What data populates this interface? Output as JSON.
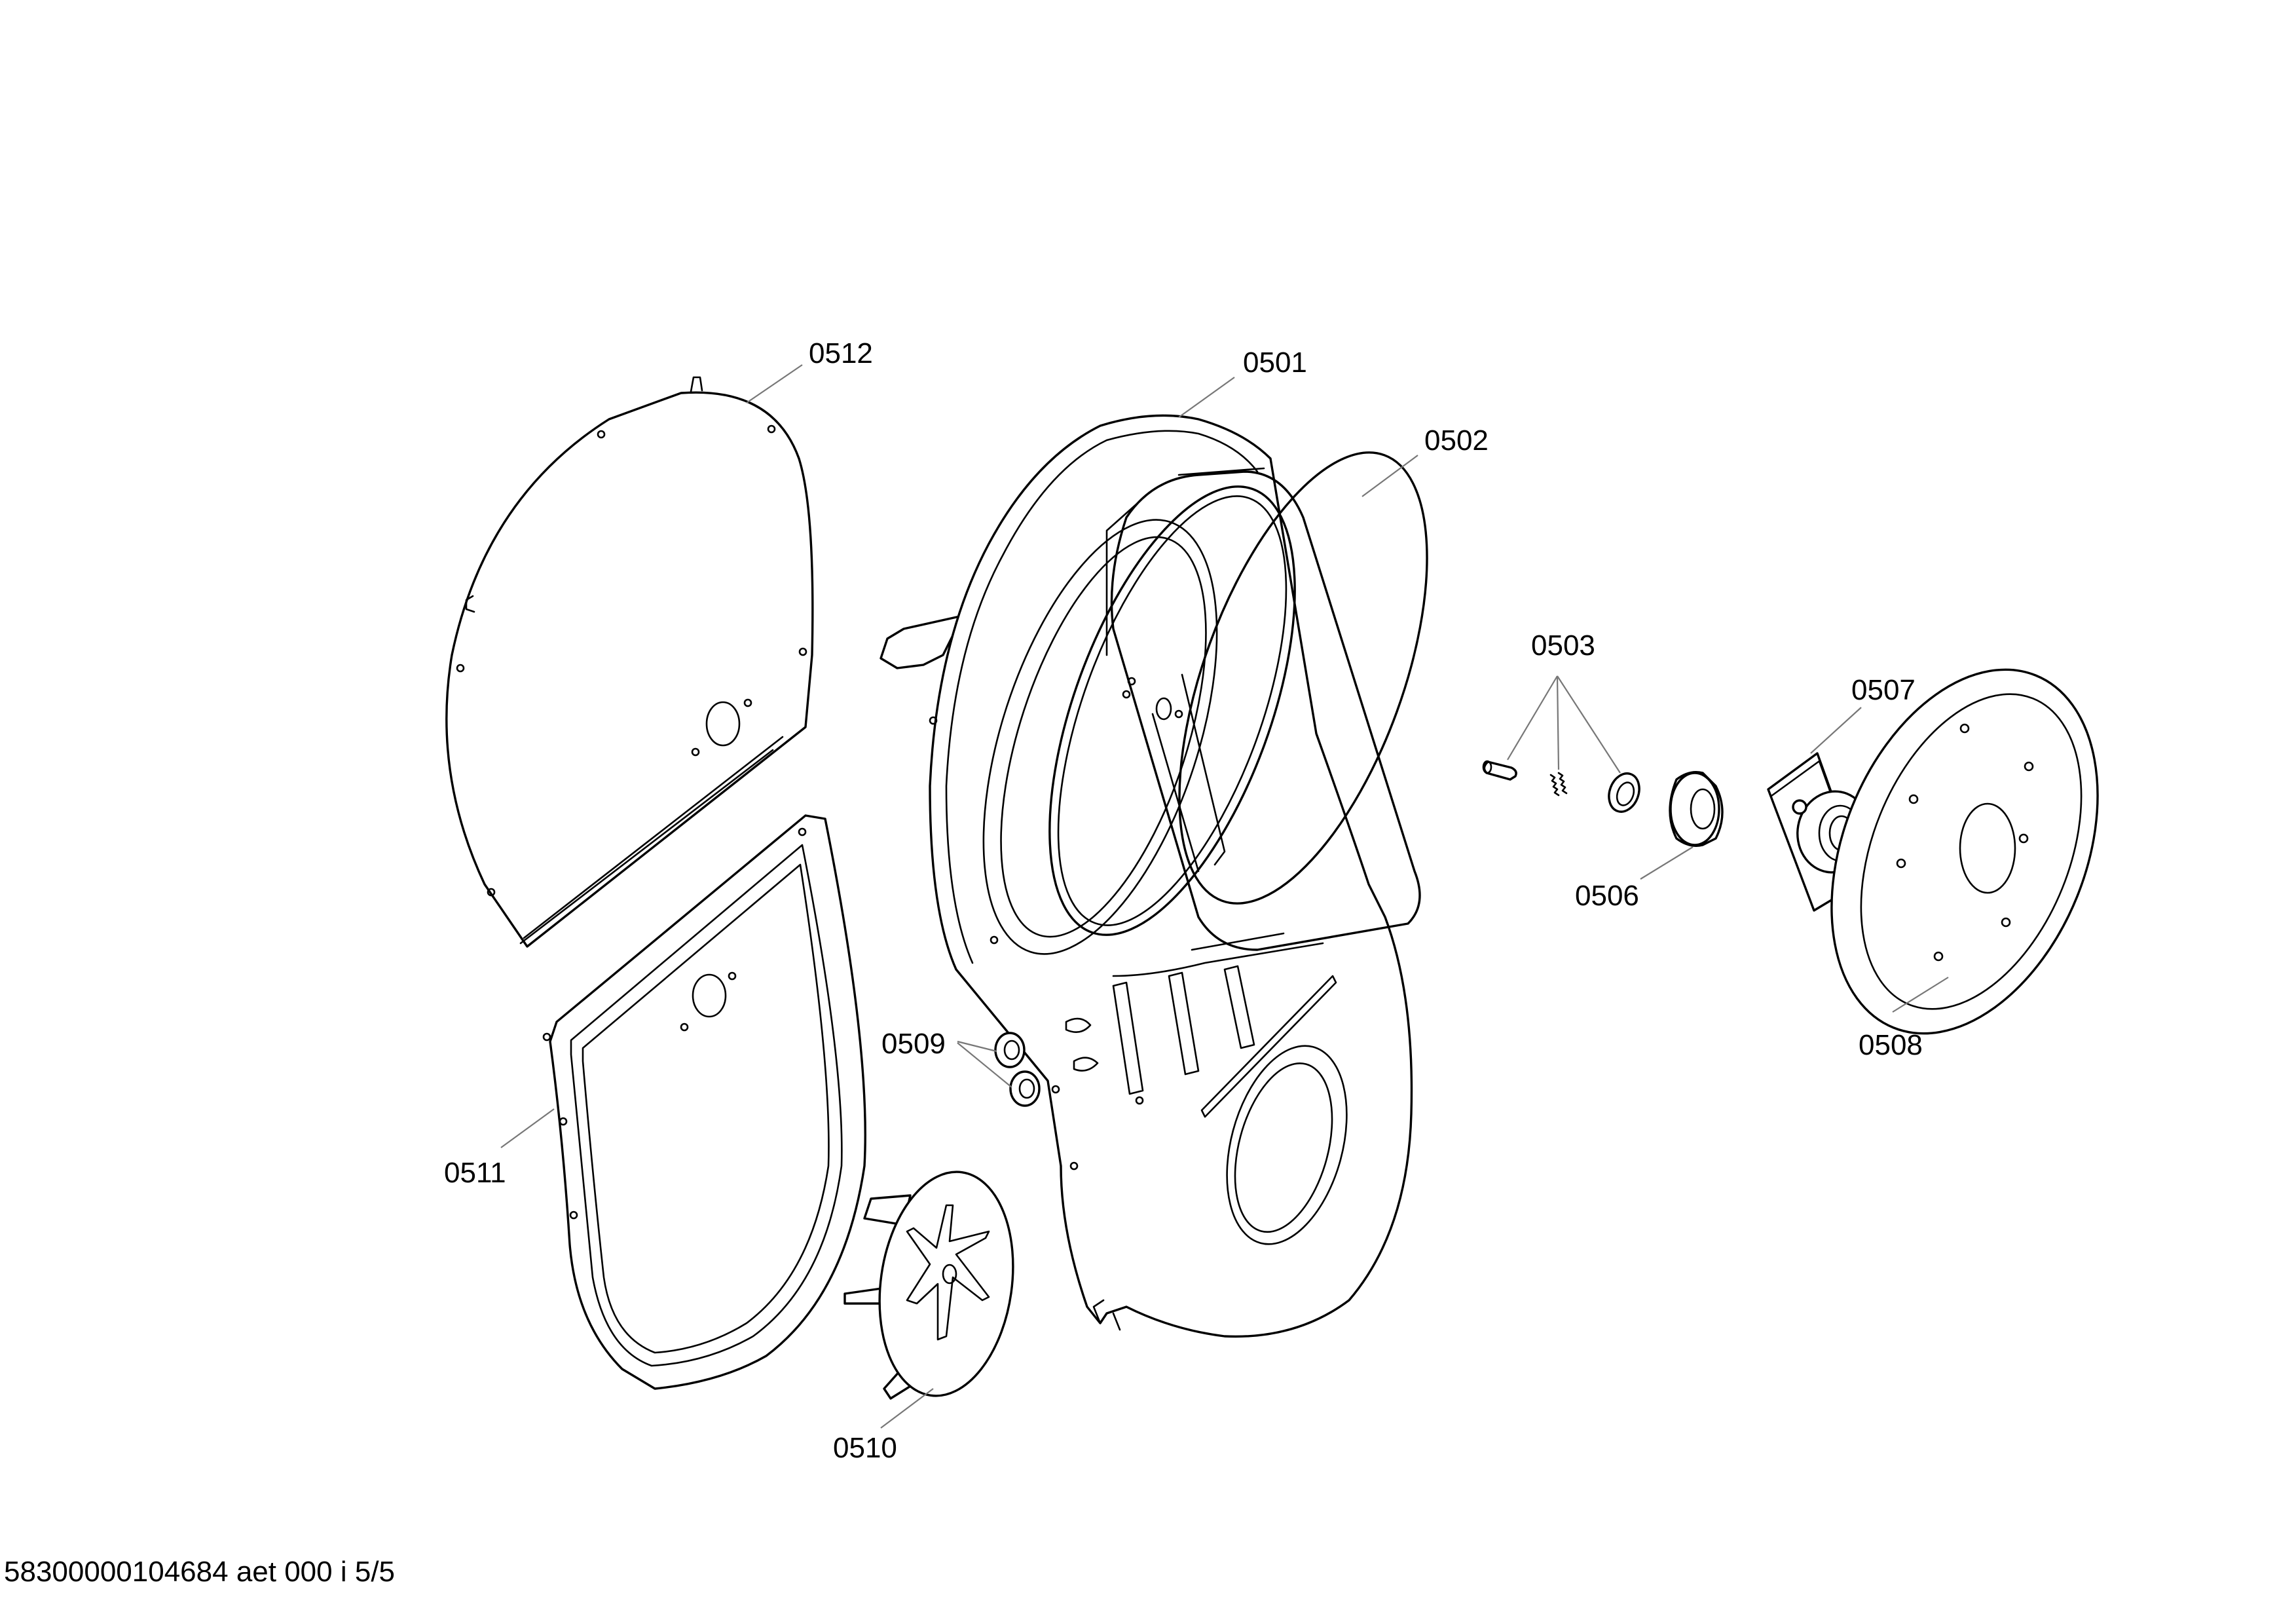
{
  "footer_text": "58300000104684 aet 000 i 5/5",
  "colors": {
    "line": "#000000",
    "leader": "#777777",
    "background": "#ffffff"
  },
  "parts": [
    {
      "id": "0501",
      "label": "0501"
    },
    {
      "id": "0502",
      "label": "0502"
    },
    {
      "id": "0503",
      "label": "0503"
    },
    {
      "id": "0506",
      "label": "0506"
    },
    {
      "id": "0507",
      "label": "0507"
    },
    {
      "id": "0508",
      "label": "0508"
    },
    {
      "id": "0509",
      "label": "0509"
    },
    {
      "id": "0510",
      "label": "0510"
    },
    {
      "id": "0511",
      "label": "0511"
    },
    {
      "id": "0512",
      "label": "0512"
    }
  ]
}
